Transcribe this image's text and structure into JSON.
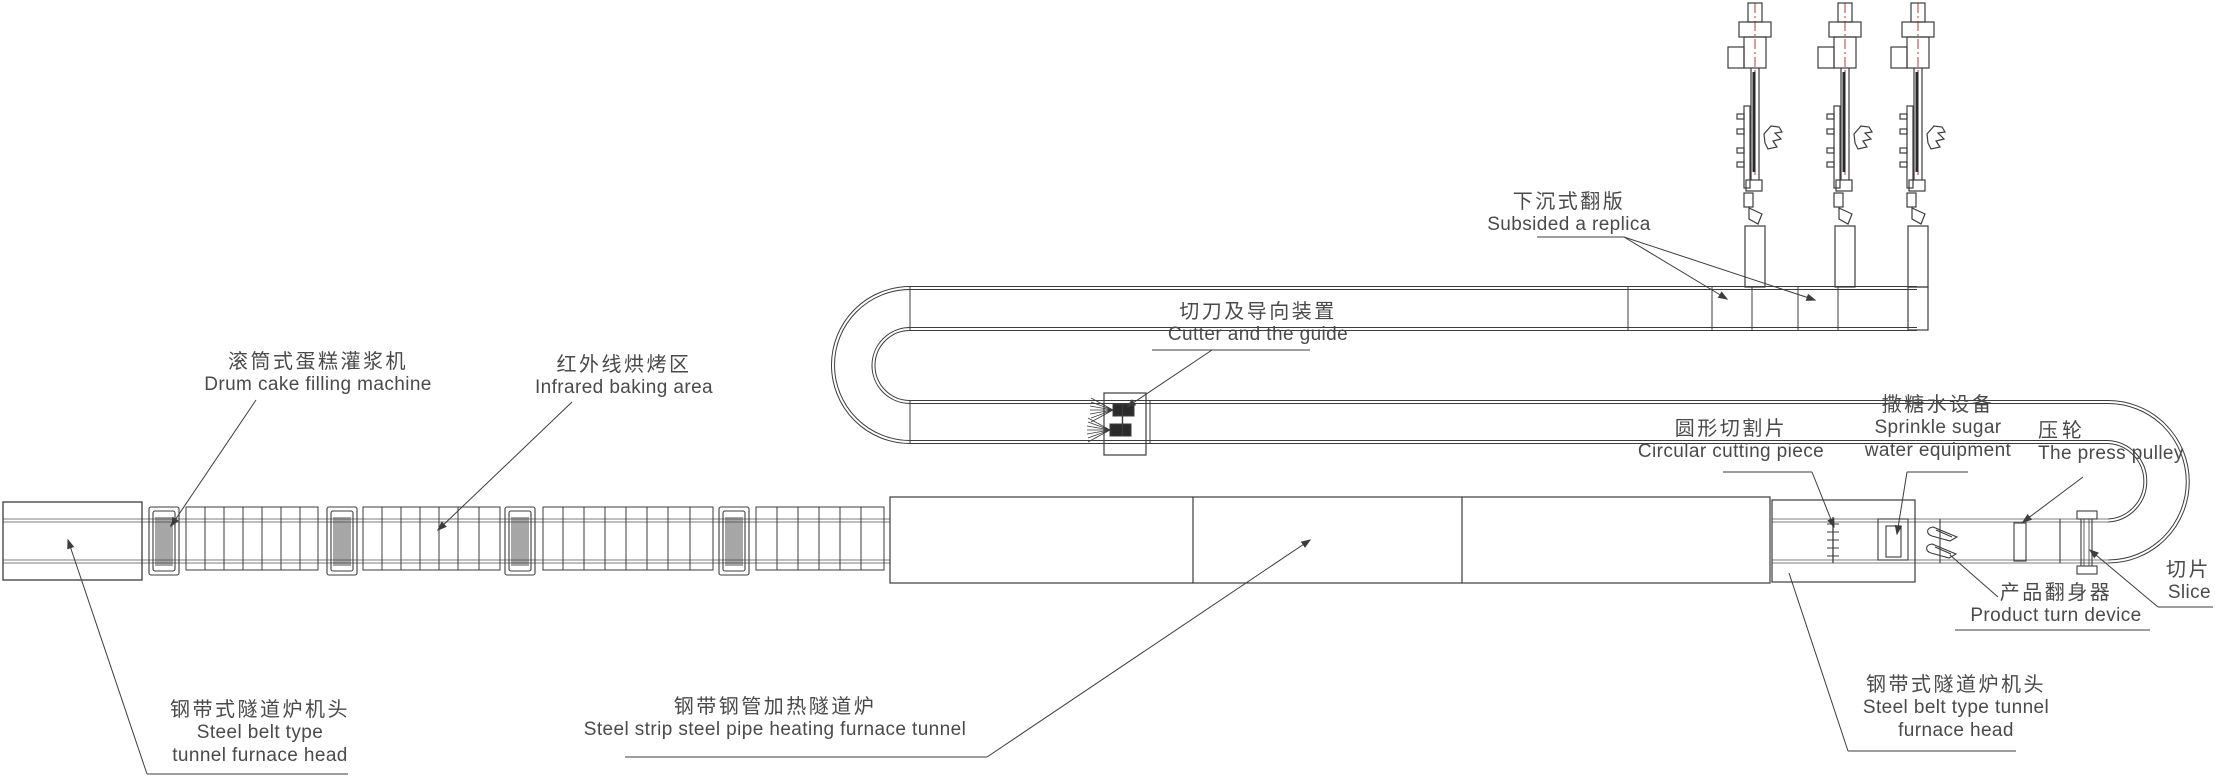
{
  "diagram": {
    "type": "production-line-schematic",
    "colors": {
      "line": "#3c3c3c",
      "rail": "#7d7d7d",
      "dark_fill": "#2b2b2b",
      "centerline_red": "#b03a33",
      "text": "#4a4a4a",
      "background": "#ffffff"
    },
    "labels": {
      "drum_filler": {
        "zh": "滚筒式蛋糕灌浆机",
        "en": "Drum cake filling machine"
      },
      "infrared_baking": {
        "zh": "红外线烘烤区",
        "en": "Infrared baking area"
      },
      "cutter_guide": {
        "zh": "切刀及导向装置",
        "en": "Cutter and the guide"
      },
      "subsided_replica": {
        "zh": "下沉式翻版",
        "en": "Subsided a replica"
      },
      "circular_cutting": {
        "zh": "圆形切割片",
        "en": "Circular cutting piece"
      },
      "sprinkle_sugar": {
        "zh": "撒糖水设备",
        "en_line1": "Sprinkle sugar",
        "en_line2": "water equipment"
      },
      "press_pulley": {
        "zh": "压轮",
        "en": "The press pulley"
      },
      "slice": {
        "zh": "切片",
        "en": "Slice"
      },
      "product_turn": {
        "zh": "产品翻身器",
        "en": "Product turn device"
      },
      "furnace_head_left": {
        "zh": "钢带式隧道炉机头",
        "en_line1": "Steel belt type",
        "en_line2": "tunnel furnace head"
      },
      "heating_tunnel": {
        "zh": "钢带钢管加热隧道炉",
        "en": "Steel strip steel pipe heating furnace tunnel"
      },
      "furnace_head_right": {
        "zh": "钢带式隧道炉机头",
        "en_line1": "Steel belt type tunnel",
        "en_line2": "furnace head"
      }
    }
  }
}
